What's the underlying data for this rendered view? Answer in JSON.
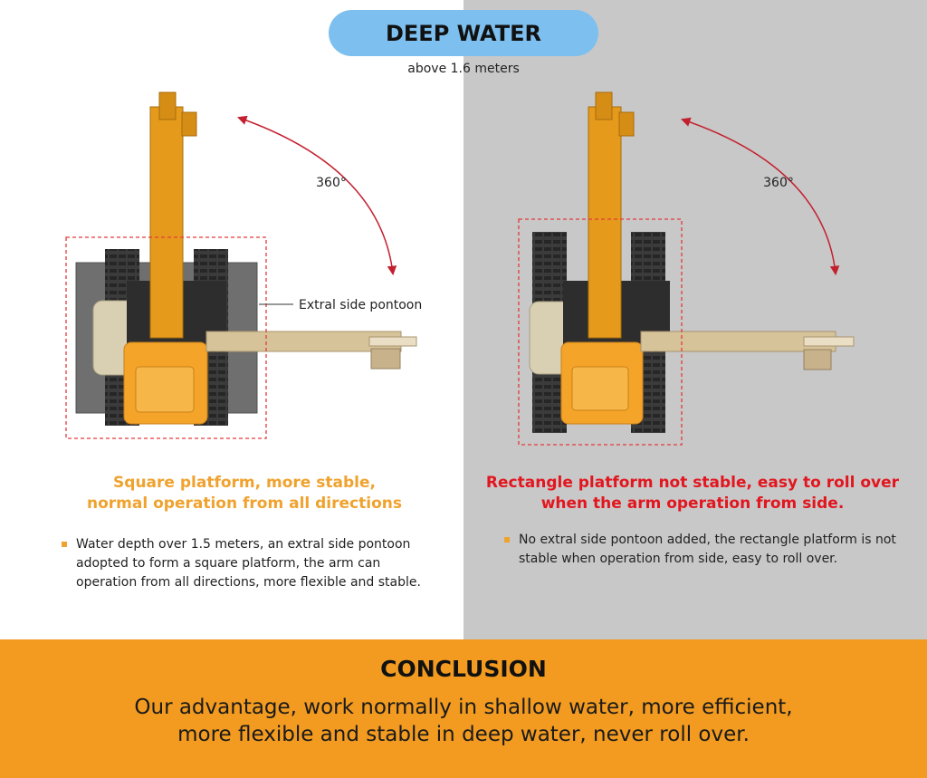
{
  "header": {
    "title": "DEEP WATER",
    "subtitle": "above 1.6 meters"
  },
  "left": {
    "rotation_label": "360°",
    "pontoon_label": "Extral side pontoon",
    "heading_line1": "Square platform, more stable,",
    "heading_line2": "normal operation from all directions",
    "bullet": "Water depth over 1.5 meters, an extral side pontoon adopted to form a square platform, the arm can operation from all directions, more flexible and stable."
  },
  "right": {
    "rotation_label": "360°",
    "heading_line1": "Rectangle platform not stable, easy to roll over",
    "heading_line2": "when the arm operation from side.",
    "bullet": "No extral side pontoon added, the rectangle platform is not stable when operation from side, easy to roll over."
  },
  "conclusion": {
    "title": "CONCLUSION",
    "line1": "Our advantage, work normally in shallow water, more efficient,",
    "line2": "more flexible and stable in deep water, never roll over."
  },
  "colors": {
    "accent_orange": "#f29b20",
    "pill_blue": "#7dbfee",
    "warning_red": "#e2161f",
    "dashed_red": "#e53a3a",
    "arrow_red": "#c3202f",
    "right_panel_gray": "#c8c8c8"
  }
}
